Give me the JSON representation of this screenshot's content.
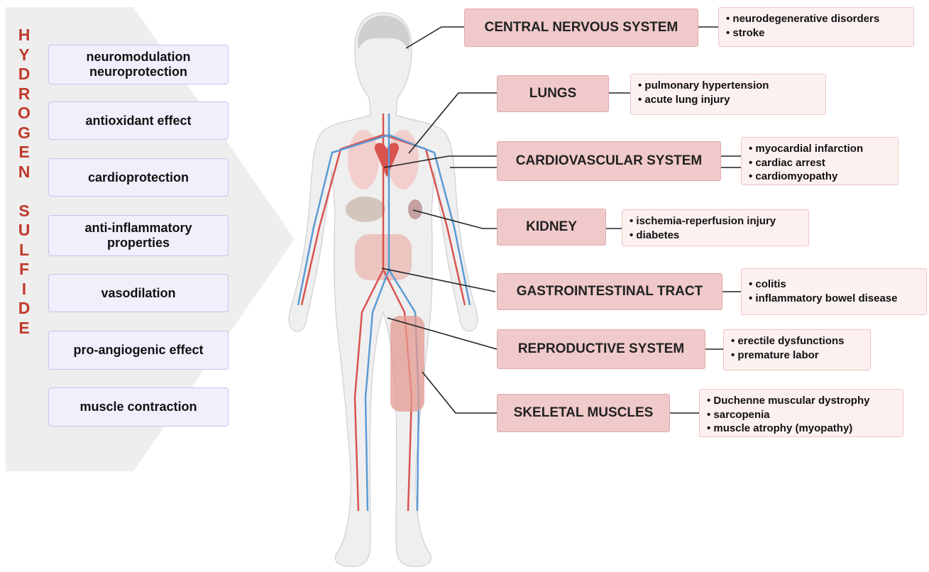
{
  "title_letters": [
    "H",
    "Y",
    "D",
    "R",
    "O",
    "G",
    "E",
    "N",
    "",
    "S",
    "U",
    "L",
    "F",
    "I",
    "D",
    "E"
  ],
  "effects": [
    "neuromodulation\nneuroprotection",
    "antioxidant effect",
    "cardioprotection",
    "anti-inflammatory\nproperties",
    "vasodilation",
    "pro-angiogenic effect",
    "muscle contraction"
  ],
  "organs": [
    {
      "name": "CENTRAL NERVOUS SYSTEM",
      "diseases": [
        "neurodegenerative disorders",
        "stroke"
      ]
    },
    {
      "name": "LUNGS",
      "diseases": [
        "pulmonary hypertension",
        "acute lung injury"
      ]
    },
    {
      "name": "CARDIOVASCULAR SYSTEM",
      "diseases": [
        "myocardial infarction",
        "cardiac arrest",
        "cardiomyopathy"
      ]
    },
    {
      "name": "KIDNEY",
      "diseases": [
        "ischemia-reperfusion injury",
        "diabetes"
      ]
    },
    {
      "name": "GASTROINTESTINAL TRACT",
      "diseases": [
        "colitis",
        "inflammatory bowel disease"
      ]
    },
    {
      "name": "REPRODUCTIVE SYSTEM",
      "diseases": [
        "erectile dysfunctions",
        "premature labor"
      ]
    },
    {
      "name": "SKELETAL MUSCLES",
      "diseases": [
        "Duchenne muscular dystrophy",
        "sarcopenia",
        "muscle atrophy (myopathy)"
      ]
    }
  ],
  "colors": {
    "title": "#c0392b",
    "effect_fill": "#f1effc",
    "effect_border": "#c9c2ec",
    "organ_fill": "#f0c9ca",
    "disease_fill": "#fdf0f0",
    "arrow_bg": "#efefef"
  }
}
